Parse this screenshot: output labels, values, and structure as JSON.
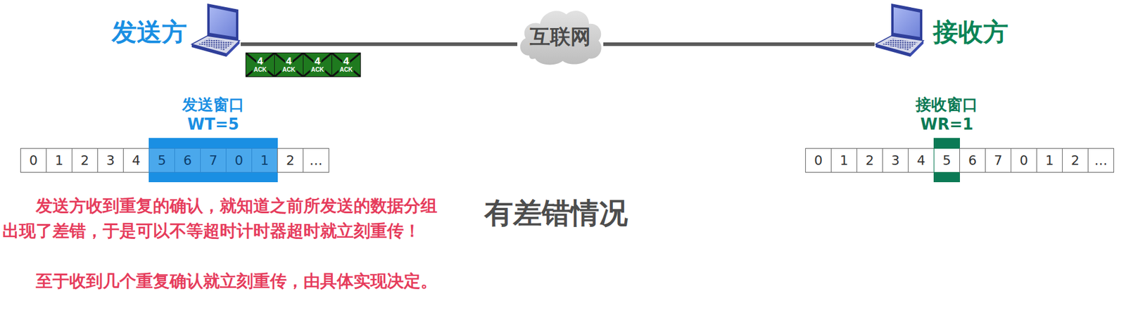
{
  "diagram": {
    "nodes": [
      {
        "text": [
          "发送方"
        ]
      },
      {
        "text": [
          "互联网"
        ]
      },
      {
        "text": [
          "接收方"
        ]
      },
      {
        "text": [
          "4",
          "ACK"
        ]
      },
      {
        "text": [
          "4",
          "ACK"
        ]
      },
      {
        "text": [
          "4",
          "ACK"
        ]
      },
      {
        "text": [
          "4",
          "ACK"
        ]
      },
      {
        "text": [
          "0"
        ]
      },
      {
        "text": [
          "1"
        ]
      },
      {
        "text": [
          "2"
        ]
      },
      {
        "text": [
          "3"
        ]
      },
      {
        "text": [
          "4"
        ]
      },
      {
        "text": [
          "发送窗口",
          "WT=5"
        ]
      },
      {
        "text": [
          "5"
        ],
        "in": 12
      },
      {
        "text": [
          "6"
        ],
        "in": 12
      },
      {
        "text": [
          "7"
        ],
        "in": 12
      },
      {
        "text": [
          "0"
        ],
        "in": 12
      },
      {
        "text": [
          "1"
        ],
        "in": 12
      },
      {
        "text": [
          "2"
        ]
      },
      {
        "text": [
          "…"
        ]
      },
      {
        "text": [
          "0"
        ]
      },
      {
        "text": [
          "1"
        ]
      },
      {
        "text": [
          "2"
        ]
      },
      {
        "text": [
          "3"
        ]
      },
      {
        "text": [
          "4"
        ]
      },
      {
        "text": [
          "接收窗口",
          "WR=1"
        ]
      },
      {
        "text": [
          "5"
        ],
        "in": 25
      },
      {
        "text": [
          "6"
        ]
      },
      {
        "text": [
          "7"
        ]
      },
      {
        "text": [
          "0"
        ]
      },
      {
        "text": [
          "1"
        ]
      },
      {
        "text": [
          "2"
        ]
      },
      {
        "text": [
          "…"
        ]
      }
    ],
    "edges": [
      {
        "from": 0,
        "to": 1,
        "arrow": "none"
      },
      {
        "from": 1,
        "to": 2,
        "arrow": "none"
      }
    ],
    "labels": [
      "发送方收到重复的确认，就知道之前所发送的数据分组 出现了差错，于是可以不等超时计时器超时就立刻重传！",
      "有差错情况",
      "至于收到几个重复确认就立刻重传，由具体实现决定。"
    ]
  }
}
